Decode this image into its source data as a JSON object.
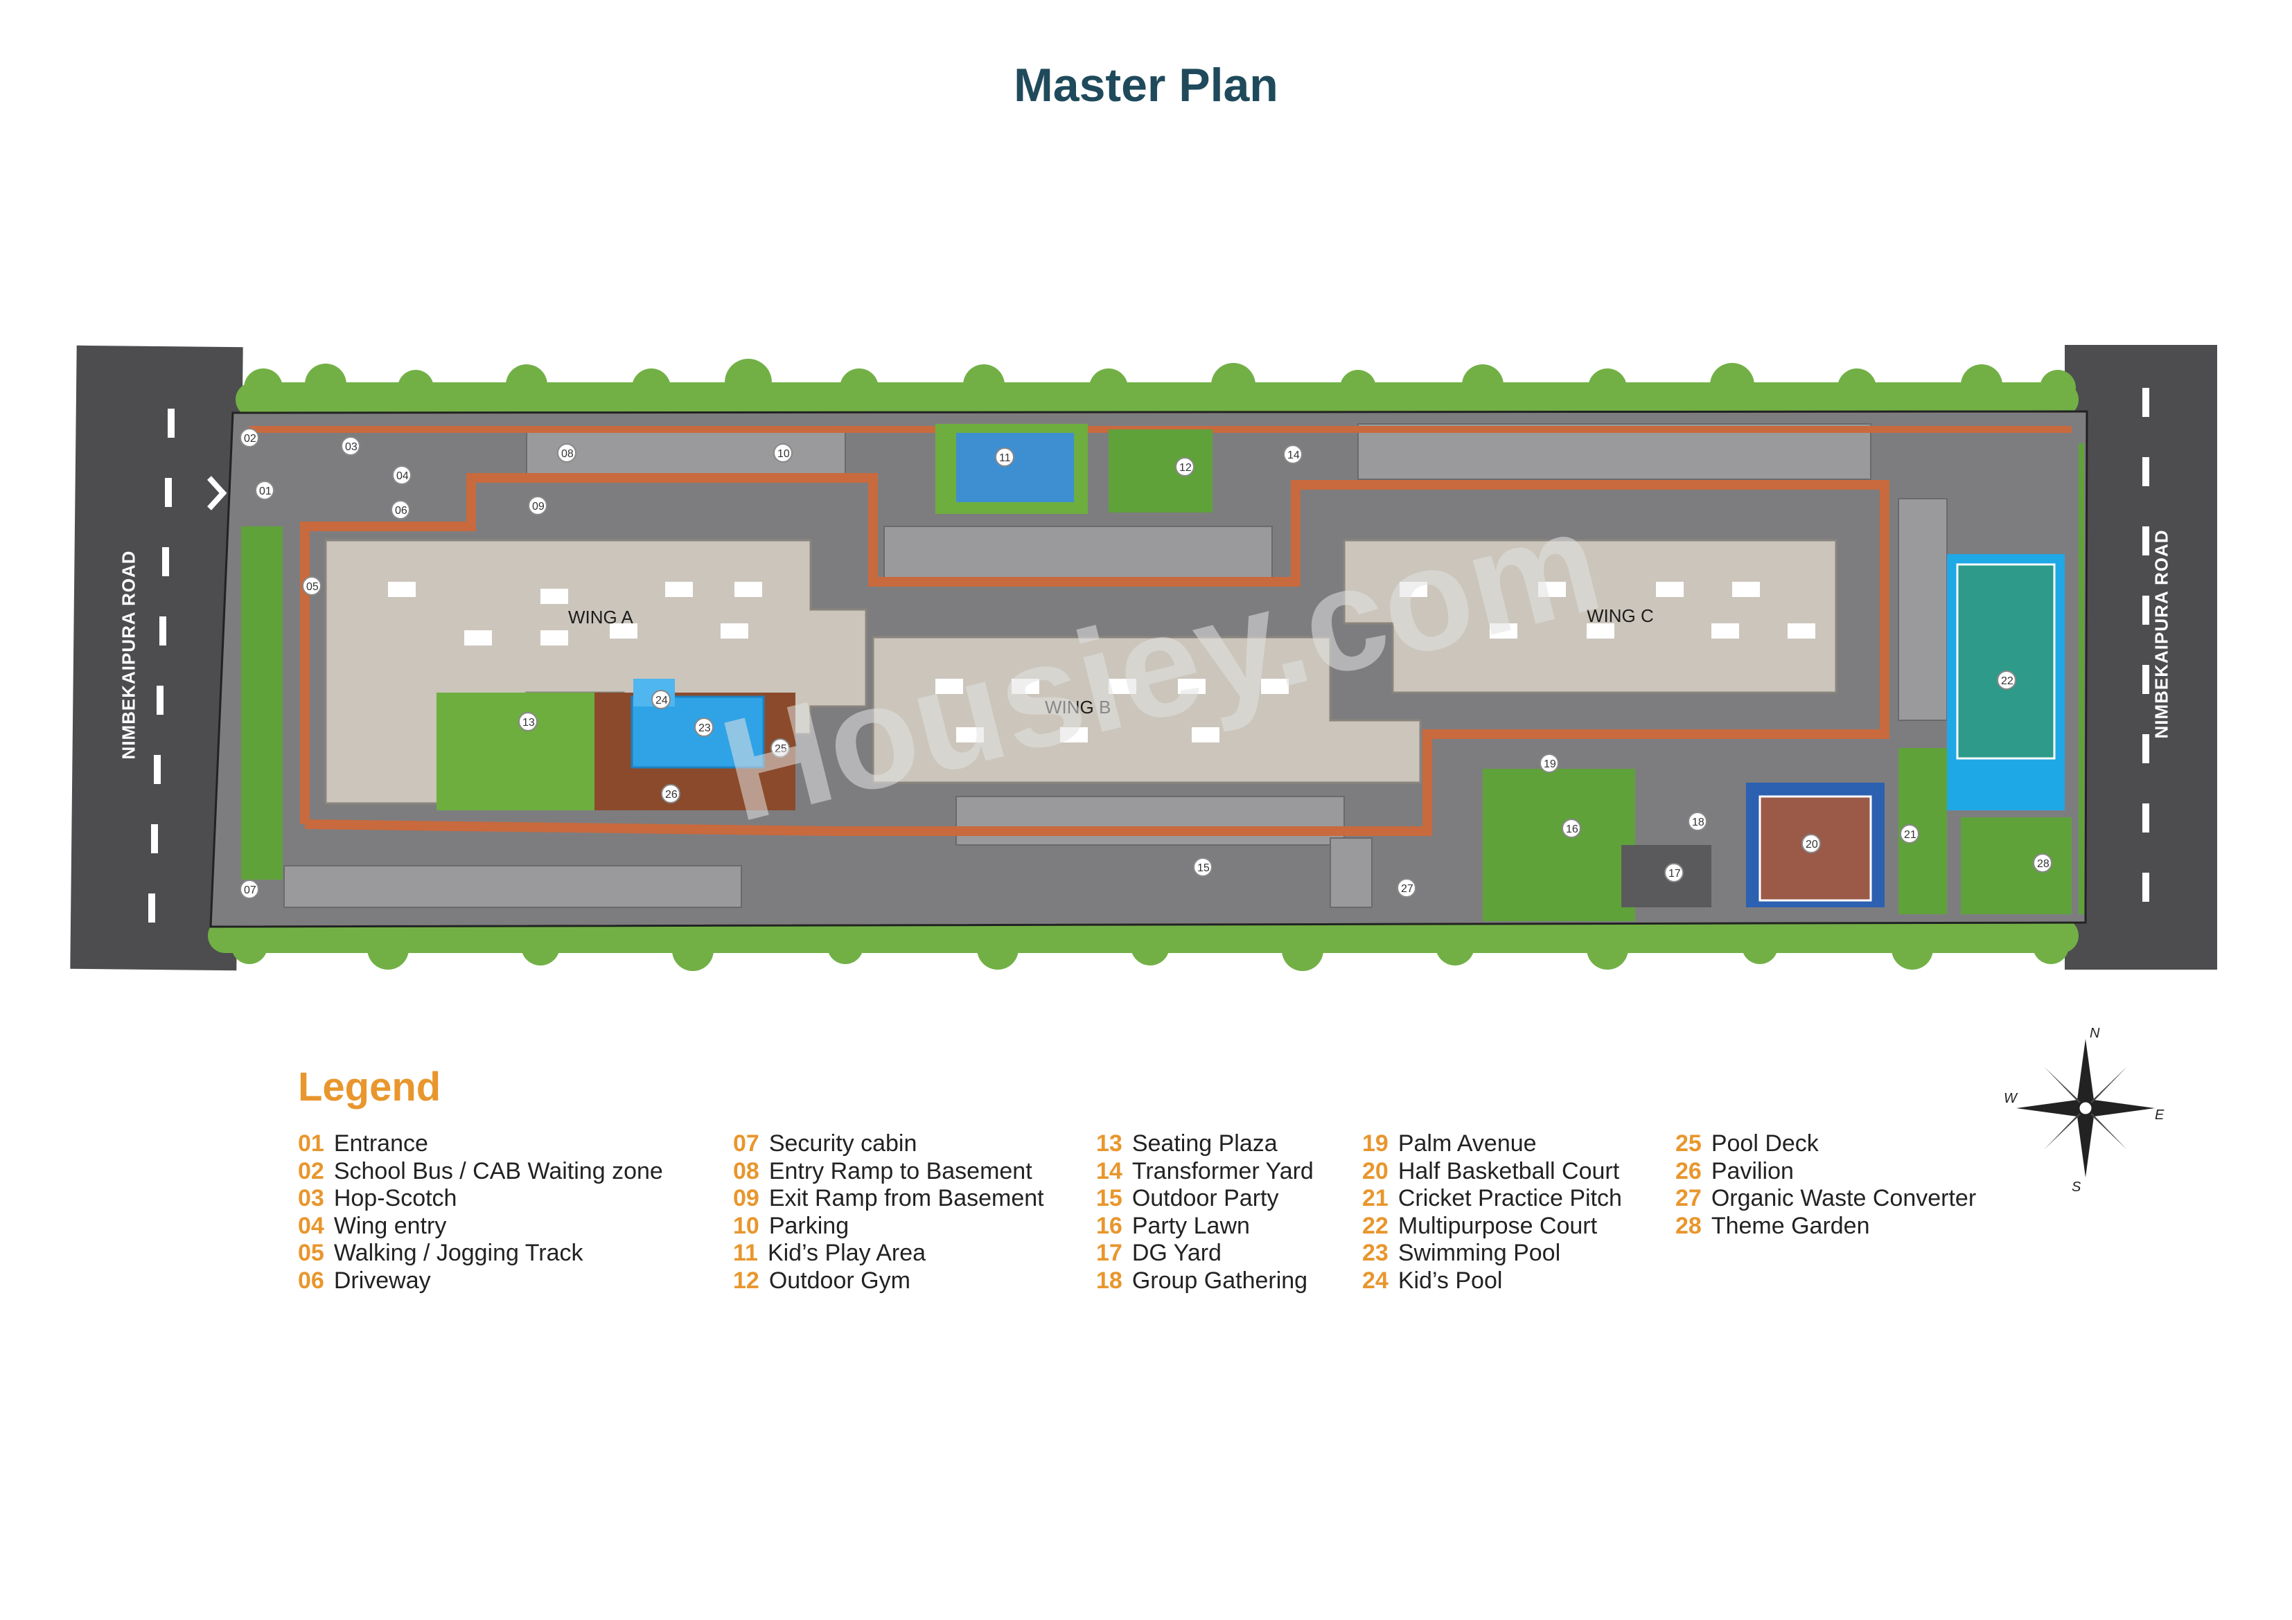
{
  "title": "Master Plan",
  "roads": {
    "left": "NIMBEKAIPURA ROAD",
    "right": "NIMBEKAIPURA ROAD"
  },
  "watermark": "Housiey.com",
  "wings": [
    "WING A",
    "WING B",
    "WING C"
  ],
  "compass": {
    "n": "N",
    "s": "S",
    "e": "E",
    "w": "W"
  },
  "legend": {
    "title": "Legend",
    "items": [
      {
        "num": "01",
        "label": "Entrance"
      },
      {
        "num": "02",
        "label": "School Bus / CAB Waiting zone"
      },
      {
        "num": "03",
        "label": "Hop-Scotch"
      },
      {
        "num": "04",
        "label": "Wing entry"
      },
      {
        "num": "05",
        "label": "Walking / Jogging Track"
      },
      {
        "num": "06",
        "label": "Driveway"
      },
      {
        "num": "07",
        "label": "Security cabin"
      },
      {
        "num": "08",
        "label": "Entry Ramp to Basement"
      },
      {
        "num": "09",
        "label": "Exit Ramp from Basement"
      },
      {
        "num": "10",
        "label": "Parking"
      },
      {
        "num": "11",
        "label": "Kid’s Play Area"
      },
      {
        "num": "12",
        "label": "Outdoor Gym"
      },
      {
        "num": "13",
        "label": "Seating Plaza"
      },
      {
        "num": "14",
        "label": "Transformer Yard"
      },
      {
        "num": "15",
        "label": "Outdoor Party"
      },
      {
        "num": "16",
        "label": "Party Lawn"
      },
      {
        "num": "17",
        "label": "DG Yard"
      },
      {
        "num": "18",
        "label": "Group Gathering"
      },
      {
        "num": "19",
        "label": "Palm Avenue"
      },
      {
        "num": "20",
        "label": "Half Basketball Court"
      },
      {
        "num": "21",
        "label": "Cricket Practice Pitch"
      },
      {
        "num": "22",
        "label": "Multipurpose Court"
      },
      {
        "num": "23",
        "label": "Swimming Pool"
      },
      {
        "num": "24",
        "label": "Kid’s Pool"
      },
      {
        "num": "25",
        "label": "Pool Deck"
      },
      {
        "num": "26",
        "label": "Pavilion"
      },
      {
        "num": "27",
        "label": "Organic Waste Converter"
      },
      {
        "num": "28",
        "label": "Theme Garden"
      }
    ]
  },
  "markers": [
    "01",
    "02",
    "03",
    "04",
    "05",
    "06",
    "07",
    "08",
    "09",
    "10",
    "11",
    "12",
    "13",
    "14",
    "15",
    "16",
    "17",
    "18",
    "19",
    "20",
    "21",
    "22",
    "23",
    "24",
    "25",
    "26",
    "27",
    "28"
  ],
  "colors": {
    "title": "#1f4a5c",
    "legend_number": "#e8962d",
    "road": "#4d4d4f",
    "greenery": "#6dae3f",
    "driveway": "#7d7d80",
    "track": "#c86a3e",
    "building": "#cbc5bb",
    "pool": "#2fa3e6",
    "court": "#3a6bb8"
  }
}
